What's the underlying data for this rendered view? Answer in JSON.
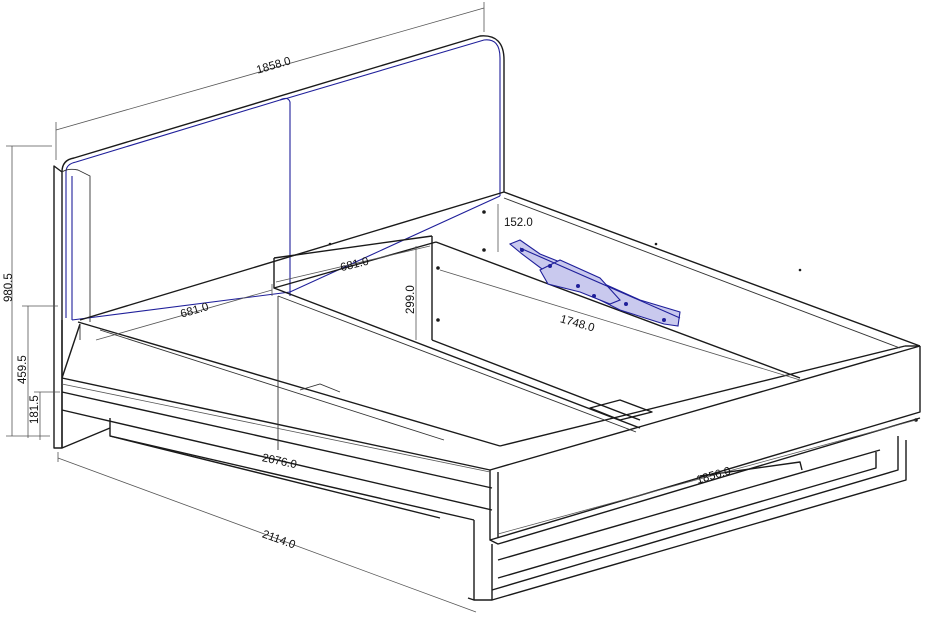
{
  "dimensions": {
    "headboard_width": "1858.0",
    "total_height": "980.5",
    "frame_height": "459.5",
    "leg_height": "181.5",
    "inner_width_left": "681.0",
    "inner_width_right": "681.0",
    "slat_support_height": "299.0",
    "inner_length": "1748.0",
    "fitting_height": "152.0",
    "inner_frame_length": "2076.0",
    "total_length": "2114.0",
    "foot_width": "1856.0"
  },
  "colors": {
    "line": "#1a1a1a",
    "headboard_edge": "#1f1f9a",
    "fitting": "#c9c9ee"
  }
}
